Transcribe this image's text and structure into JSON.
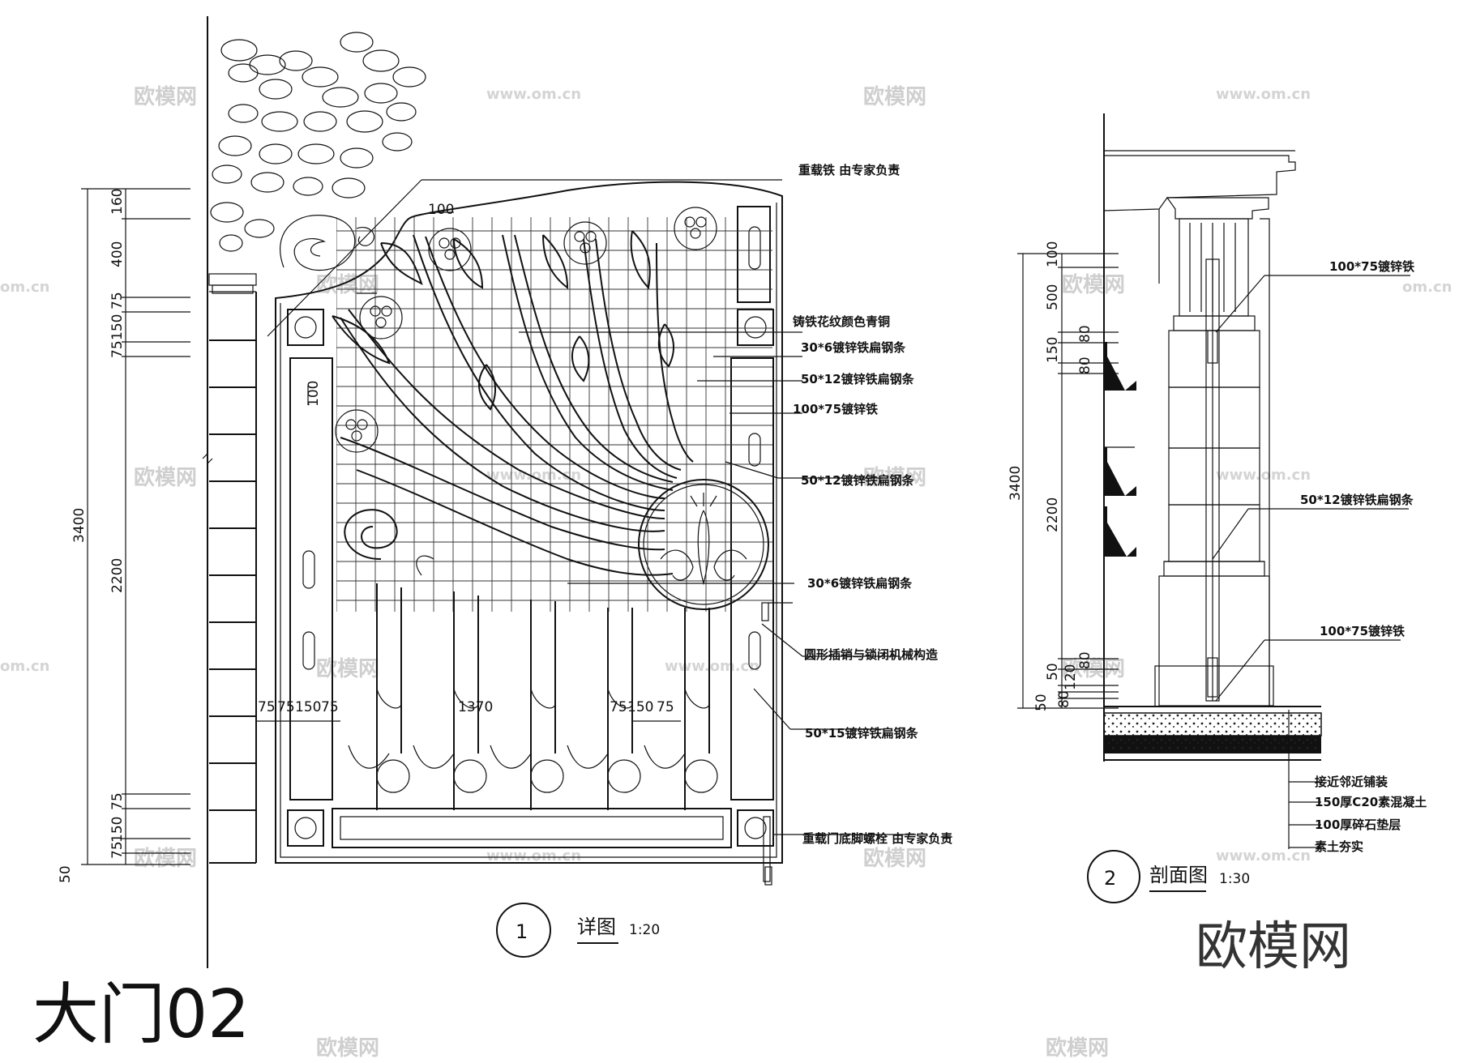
{
  "watermarks": {
    "brand": "欧模网",
    "url": "www.om.cn",
    "url_short": "om.cn"
  },
  "detail_labels": {
    "l1": "重载铁 由专家负责",
    "l2": "铸铁花纹颜色青铜",
    "l3": "30*6镀锌铁扁钢条",
    "l4": "50*12镀锌铁扁钢条",
    "l5": "100*75镀锌铁",
    "l6": "50*12镀锌铁扁钢条",
    "l7": "30*6镀锌铁扁钢条",
    "l8": "圆形插销与锁闭机械构造",
    "l9": "50*15镀锌铁扁钢条",
    "l10": "重载门底脚螺栓 由专家负责"
  },
  "detail_dims": {
    "d160": "160",
    "d400": "400",
    "d75a": "75",
    "d150a": "150",
    "d75b": "75",
    "d3400": "3400",
    "d2200": "2200",
    "d75c": "75",
    "d150b": "150",
    "d75d": "75",
    "d50": "50",
    "top100": "100",
    "side100": "100",
    "b1": "75",
    "b2": "75",
    "b3": "150",
    "b4": "75",
    "b5": "1370",
    "b6": "75",
    "b7": "150",
    "b8": "75"
  },
  "detail_title": {
    "num": "1",
    "name": "详图",
    "scale": "1:20"
  },
  "section_labels": {
    "s1": "100*75镀锌铁",
    "s2": "50*12镀锌铁扁钢条",
    "s3": "100*75镀锌铁",
    "g1": "接近邻近铺装",
    "g2": "150厚C20素混凝土",
    "g3": "100厚碎石垫层",
    "g4": "素土夯实"
  },
  "section_dims": {
    "t100": "100",
    "t500": "500",
    "t80a": "80",
    "t150": "150",
    "t80b": "80",
    "t3400": "3400",
    "t2200": "2200",
    "t80c": "80",
    "t120": "120",
    "t50a": "50",
    "t50b": "50",
    "t80d": "80"
  },
  "section_title": {
    "num": "2",
    "name": "剖面图",
    "scale": "1:30"
  },
  "drawing_title": "大门02",
  "brand_logo": "欧模网"
}
